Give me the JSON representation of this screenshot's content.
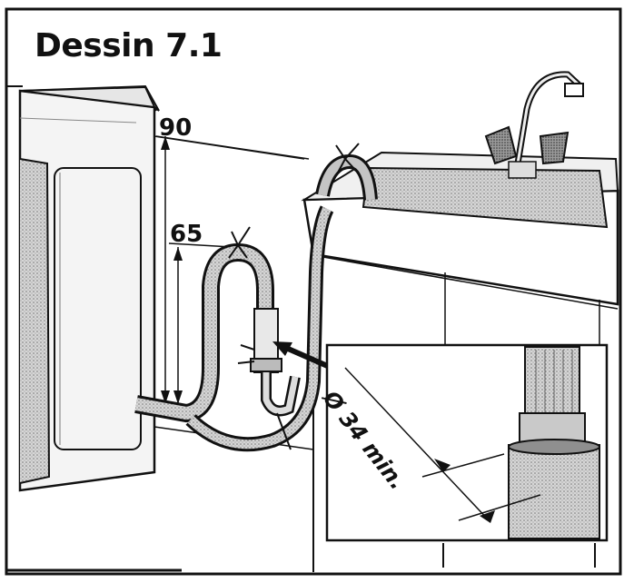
{
  "title": "Dessin 7.1",
  "labels": {
    "height_high": "90",
    "height_low": "65",
    "diameter": "Ø 34 min."
  },
  "colors": {
    "ink": "#111111",
    "paper": "#ffffff",
    "shade": "#b8b8b8",
    "shade_dark": "#8c8c8c"
  }
}
